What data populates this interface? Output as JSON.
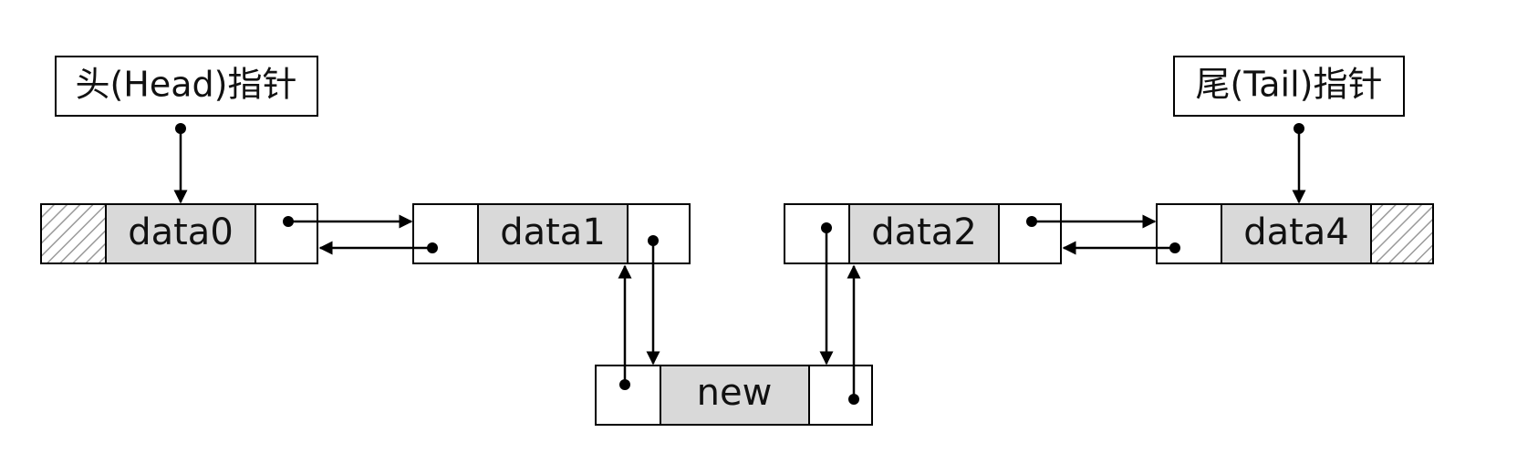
{
  "pointers": {
    "head_label": "头(Head)指针",
    "tail_label": "尾(Tail)指针"
  },
  "nodes": {
    "node0": {
      "label": "data0"
    },
    "node1": {
      "label": "data1"
    },
    "node2": {
      "label": "data2"
    },
    "node4": {
      "label": "data4"
    },
    "new_node": {
      "label": "new"
    }
  },
  "colors": {
    "data_fill": "#d9d9d9",
    "pointer_fill": "#ffffff",
    "line": "#000000"
  }
}
